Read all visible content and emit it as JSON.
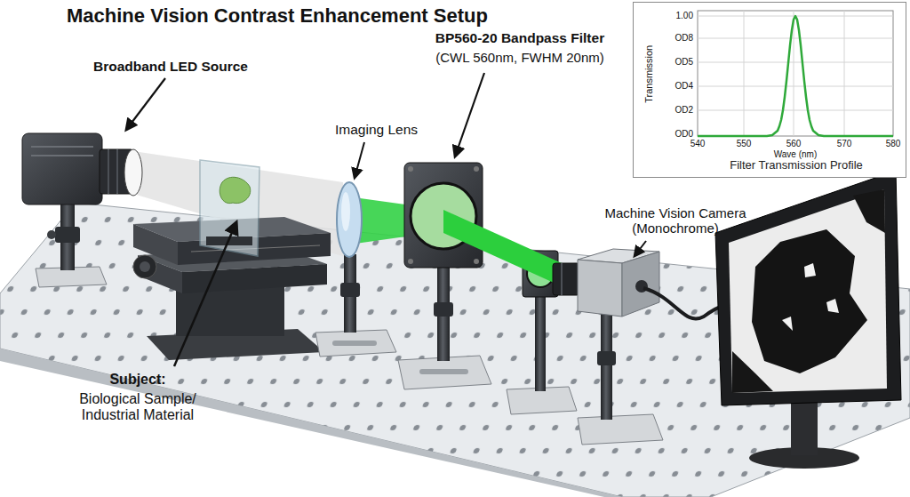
{
  "diagram": {
    "title": "Machine Vision Contrast Enhancement Setup",
    "nodes": [
      {
        "text": [
          "Filter Transmission Profile"
        ]
      }
    ],
    "labels": [
      "Broadband LED Source",
      "Imaging Lens",
      "BP560-20 Bandpass Filter",
      "(CWL 560nm, FWHM 20nm)",
      "Machine Vision Camera (Monochrome)",
      "Subject:",
      "Biological Sample/ Industrial Material",
      "1.00",
      "OD8",
      "OD5",
      "OD4",
      "OD2",
      "OD0",
      "540",
      "550",
      "560",
      "570",
      "580",
      "Transmission",
      "Wave (nm)"
    ]
  }
}
